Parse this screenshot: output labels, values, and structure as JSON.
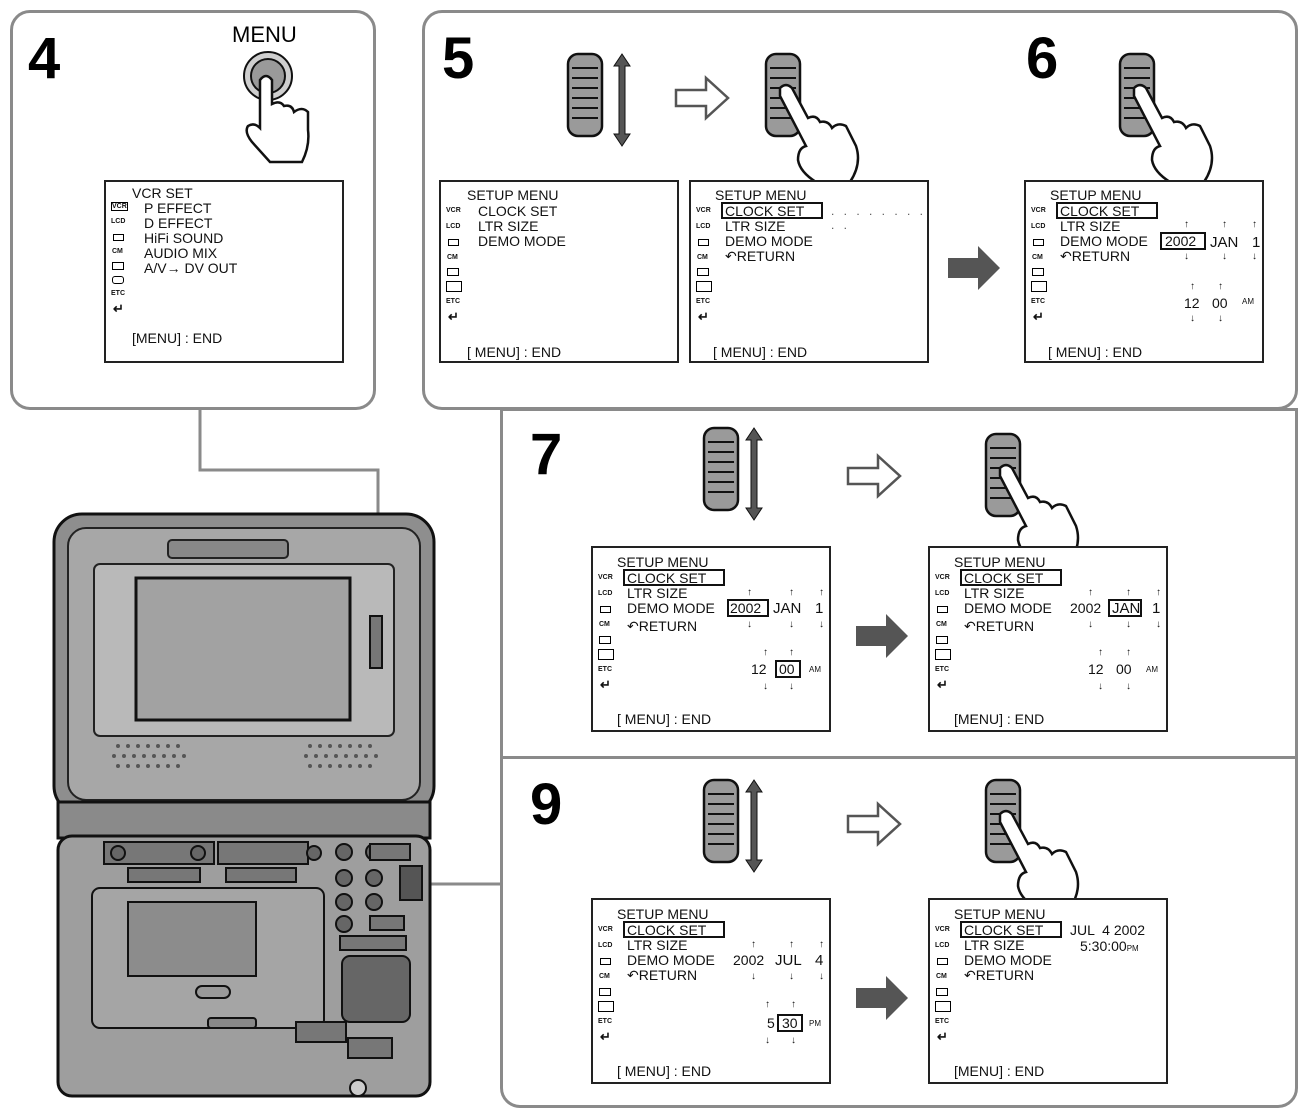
{
  "steps": {
    "s4": "4",
    "s5": "5",
    "s6": "6",
    "s7": "7",
    "s9": "9"
  },
  "menu_button_label": "MENU",
  "vcr_screen": {
    "title": "VCR SET",
    "items": [
      "P EFFECT",
      "D EFFECT",
      "HiFi SOUND",
      "AUDIO MIX",
      "A/V→ DV OUT"
    ],
    "footer": "[MENU] : END"
  },
  "setup": {
    "title": "SETUP  MENU",
    "items": [
      "CLOCK  SET",
      "LTR SIZE",
      "DEMO  MODE"
    ],
    "return": "RETURN",
    "footer": "[ MENU] : END",
    "footer_alt": "[MENU] : END"
  },
  "icons": {
    "vcr": "VCR",
    "lcd": "LCD",
    "cm": "CM",
    "etc": "ETC"
  },
  "clock": {
    "year": "2002",
    "month": "JAN",
    "day": "1",
    "hour": "12",
    "minute": "00",
    "ampm": "AM",
    "month2": "JUL",
    "day2": "4",
    "hour2": "5",
    "minute2": "30",
    "ampm2": "PM",
    "final_date": "JUL  4 2002",
    "final_time": "5:30:00",
    "final_pm": "PM"
  },
  "colors": {
    "panel_border": "#8a8a8a",
    "arrow_fill": "#555555",
    "device_gray": "#9a9a9a"
  }
}
